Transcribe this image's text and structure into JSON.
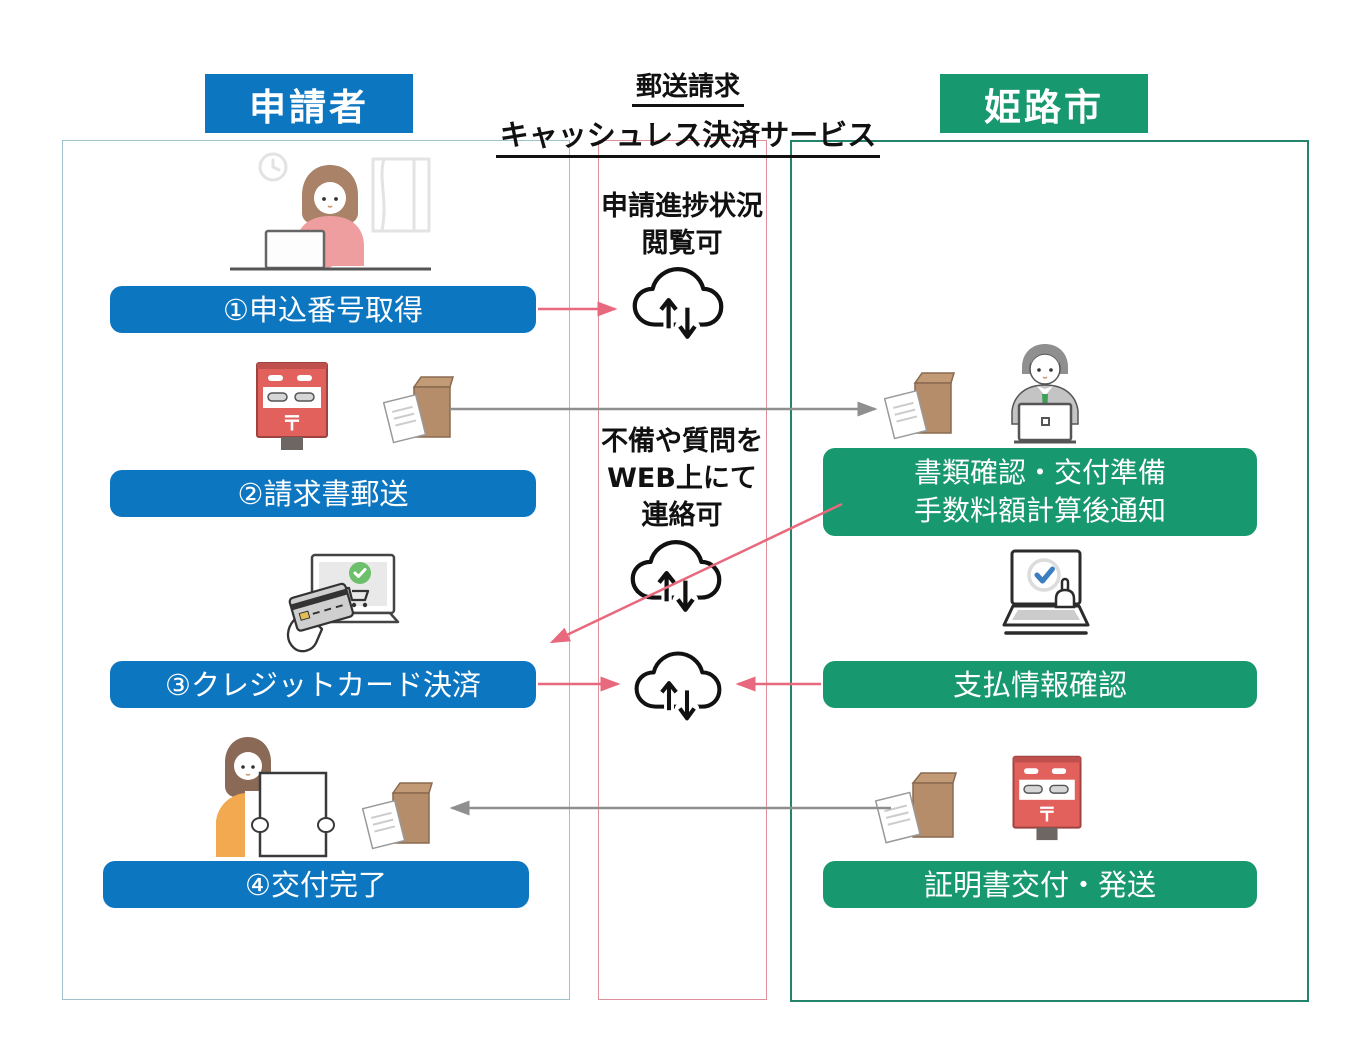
{
  "headers": {
    "applicant": "申請者",
    "city": "姫路市"
  },
  "title": {
    "line1": "郵送請求",
    "line2": "キャッシュレス決済サービス"
  },
  "applicant_flow": {
    "step1": "①申込番号取得",
    "step2": "②請求書郵送",
    "step3": "③クレジットカード決済",
    "step4": "④交付完了"
  },
  "city_flow": {
    "review_line1": "書類確認・交付準備",
    "review_line2": "手数料額計算後通知",
    "payment_check": "支払情報確認",
    "issue_ship": "証明書交付・発送"
  },
  "service_notes": {
    "progress_line1": "申請進捗状況",
    "progress_line2": "閲覧可",
    "contact_line1": "不備や質問を",
    "contact_line2": "WEB上にて",
    "contact_line3": "連絡可"
  },
  "icons": {
    "postal_mark": "〒"
  },
  "colors": {
    "applicant_blue": "#0d76c1",
    "city_green": "#18986e",
    "arrow_pink": "#e8697d",
    "arrow_gray": "#8f8f8f",
    "applicant_box_border": "#9fc3c9",
    "service_box_border": "#e0919c",
    "city_box_border": "#23836b"
  }
}
